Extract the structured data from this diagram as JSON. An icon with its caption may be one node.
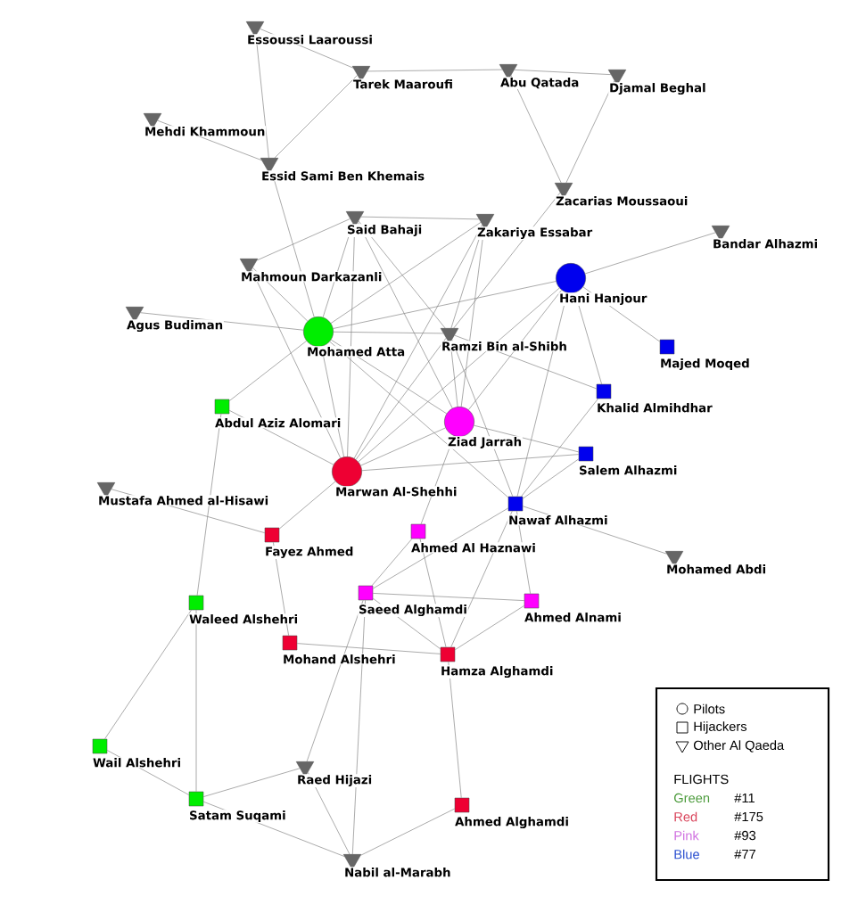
{
  "diagram": {
    "nodes": [
      {
        "text": [
          "Essoussi Laaroussi"
        ]
      },
      {
        "text": [
          "Tarek Maaroufi"
        ]
      },
      {
        "text": [
          "Abu Qatada"
        ]
      },
      {
        "text": [
          "Djamal Beghal"
        ]
      },
      {
        "text": [
          "Mehdi Khammoun"
        ]
      },
      {
        "text": [
          "Essid Sami Ben Khemais"
        ]
      },
      {
        "text": [
          "Zacarias Moussaoui"
        ]
      },
      {
        "text": [
          "Said Bahaji"
        ]
      },
      {
        "text": [
          "Zakariya Essabar"
        ]
      },
      {
        "text": [
          "Bandar Alhazmi"
        ]
      },
      {
        "text": [
          "Mahmoun Darkazanli"
        ]
      },
      {
        "text": [
          "Hani Hanjour"
        ]
      },
      {
        "text": [
          "Agus Budiman"
        ]
      },
      {
        "text": [
          "Mohamed Atta"
        ]
      },
      {
        "text": [
          "Ramzi Bin al-Shibh"
        ]
      },
      {
        "text": [
          "Majed Moqed"
        ]
      },
      {
        "text": [
          "Khalid Almihdhar"
        ]
      },
      {
        "text": [
          "Abdul Aziz Alomari"
        ]
      },
      {
        "text": [
          "Ziad Jarrah"
        ]
      },
      {
        "text": [
          "Salem Alhazmi"
        ]
      },
      {
        "text": [
          "Marwan Al-Shehhi"
        ]
      },
      {
        "text": [
          "Mustafa Ahmed al-Hisawi"
        ]
      },
      {
        "text": [
          "Nawaf Alhazmi"
        ]
      },
      {
        "text": [
          "Fayez Ahmed"
        ]
      },
      {
        "text": [
          "Ahmed Al Haznawi"
        ]
      },
      {
        "text": [
          "Mohamed Abdi"
        ]
      },
      {
        "text": [
          "Saeed Alghamdi"
        ]
      },
      {
        "text": [
          "Waleed Alshehri"
        ]
      },
      {
        "text": [
          "Ahmed Alnami"
        ]
      },
      {
        "text": [
          "Mohand Alshehri"
        ]
      },
      {
        "text": [
          "Hamza Alghamdi"
        ]
      },
      {
        "text": [
          "Wail Alshehri"
        ]
      },
      {
        "text": [
          "Raed Hijazi"
        ]
      },
      {
        "text": [
          "Satam Suqami"
        ]
      },
      {
        "text": [
          "Ahmed Alghamdi"
        ]
      },
      {
        "text": [
          "Nabil al-Marabh"
        ]
      }
    ],
    "edges": [
      {
        "from": 0,
        "to": 1,
        "arrow": "none"
      },
      {
        "from": 0,
        "to": 5,
        "arrow": "none"
      },
      {
        "from": 1,
        "to": 2,
        "arrow": "none"
      },
      {
        "from": 2,
        "to": 3,
        "arrow": "none"
      },
      {
        "from": 1,
        "to": 5,
        "arrow": "none"
      },
      {
        "from": 4,
        "to": 5,
        "arrow": "none"
      },
      {
        "from": 2,
        "to": 6,
        "arrow": "none"
      },
      {
        "from": 3,
        "to": 6,
        "arrow": "none"
      },
      {
        "from": 6,
        "to": 14,
        "arrow": "none"
      },
      {
        "from": 5,
        "to": 13,
        "arrow": "none"
      },
      {
        "from": 7,
        "to": 8,
        "arrow": "none"
      },
      {
        "from": 7,
        "to": 10,
        "arrow": "none"
      },
      {
        "from": 7,
        "to": 13,
        "arrow": "none"
      },
      {
        "from": 7,
        "to": 20,
        "arrow": "none"
      },
      {
        "from": 7,
        "to": 14,
        "arrow": "none"
      },
      {
        "from": 7,
        "to": 18,
        "arrow": "none"
      },
      {
        "from": 8,
        "to": 13,
        "arrow": "none"
      },
      {
        "from": 8,
        "to": 20,
        "arrow": "none"
      },
      {
        "from": 8,
        "to": 14,
        "arrow": "none"
      },
      {
        "from": 8,
        "to": 18,
        "arrow": "none"
      },
      {
        "from": 9,
        "to": 11,
        "arrow": "none"
      },
      {
        "from": 10,
        "to": 13,
        "arrow": "none"
      },
      {
        "from": 10,
        "to": 20,
        "arrow": "none"
      },
      {
        "from": 11,
        "to": 13,
        "arrow": "none"
      },
      {
        "from": 11,
        "to": 15,
        "arrow": "none"
      },
      {
        "from": 11,
        "to": 18,
        "arrow": "none"
      },
      {
        "from": 11,
        "to": 20,
        "arrow": "none"
      },
      {
        "from": 11,
        "to": 22,
        "arrow": "none"
      },
      {
        "from": 11,
        "to": 16,
        "arrow": "none"
      },
      {
        "from": 12,
        "to": 13,
        "arrow": "none"
      },
      {
        "from": 13,
        "to": 14,
        "arrow": "none"
      },
      {
        "from": 13,
        "to": 17,
        "arrow": "none"
      },
      {
        "from": 13,
        "to": 18,
        "arrow": "none"
      },
      {
        "from": 13,
        "to": 20,
        "arrow": "none"
      },
      {
        "from": 13,
        "to": 22,
        "arrow": "none"
      },
      {
        "from": 14,
        "to": 16,
        "arrow": "none"
      },
      {
        "from": 14,
        "to": 18,
        "arrow": "none"
      },
      {
        "from": 14,
        "to": 20,
        "arrow": "none"
      },
      {
        "from": 14,
        "to": 22,
        "arrow": "none"
      },
      {
        "from": 16,
        "to": 22,
        "arrow": "none"
      },
      {
        "from": 17,
        "to": 20,
        "arrow": "none"
      },
      {
        "from": 17,
        "to": 27,
        "arrow": "none"
      },
      {
        "from": 18,
        "to": 20,
        "arrow": "none"
      },
      {
        "from": 18,
        "to": 19,
        "arrow": "none"
      },
      {
        "from": 18,
        "to": 24,
        "arrow": "none"
      },
      {
        "from": 19,
        "to": 20,
        "arrow": "none"
      },
      {
        "from": 19,
        "to": 22,
        "arrow": "none"
      },
      {
        "from": 20,
        "to": 23,
        "arrow": "none"
      },
      {
        "from": 21,
        "to": 23,
        "arrow": "none"
      },
      {
        "from": 22,
        "to": 25,
        "arrow": "none"
      },
      {
        "from": 22,
        "to": 26,
        "arrow": "none"
      },
      {
        "from": 22,
        "to": 30,
        "arrow": "none"
      },
      {
        "from": 22,
        "to": 28,
        "arrow": "none"
      },
      {
        "from": 23,
        "to": 29,
        "arrow": "none"
      },
      {
        "from": 24,
        "to": 26,
        "arrow": "none"
      },
      {
        "from": 24,
        "to": 30,
        "arrow": "none"
      },
      {
        "from": 26,
        "to": 28,
        "arrow": "none"
      },
      {
        "from": 26,
        "to": 30,
        "arrow": "none"
      },
      {
        "from": 26,
        "to": 32,
        "arrow": "none"
      },
      {
        "from": 26,
        "to": 35,
        "arrow": "none"
      },
      {
        "from": 27,
        "to": 31,
        "arrow": "none"
      },
      {
        "from": 27,
        "to": 33,
        "arrow": "none"
      },
      {
        "from": 28,
        "to": 30,
        "arrow": "none"
      },
      {
        "from": 29,
        "to": 30,
        "arrow": "none"
      },
      {
        "from": 30,
        "to": 34,
        "arrow": "none"
      },
      {
        "from": 31,
        "to": 33,
        "arrow": "none"
      },
      {
        "from": 32,
        "to": 33,
        "arrow": "none"
      },
      {
        "from": 32,
        "to": 35,
        "arrow": "none"
      },
      {
        "from": 33,
        "to": 35,
        "arrow": "none"
      },
      {
        "from": 34,
        "to": 35,
        "arrow": "none"
      }
    ],
    "labels": [
      "FLIGHTS",
      "#11",
      "#175",
      "#93",
      "#77"
    ],
    "legend": [
      {
        "text": "Pilots"
      },
      {
        "text": "Hijackers"
      },
      {
        "text": "Other Al Qaeda"
      },
      {
        "text": "Green",
        "color": "#4a9a3a"
      },
      {
        "text": "Red",
        "color": "#d9435a"
      },
      {
        "text": "Pink",
        "color": "#d070e0"
      },
      {
        "text": "Blue",
        "color": "#2a4fd0"
      }
    ]
  }
}
